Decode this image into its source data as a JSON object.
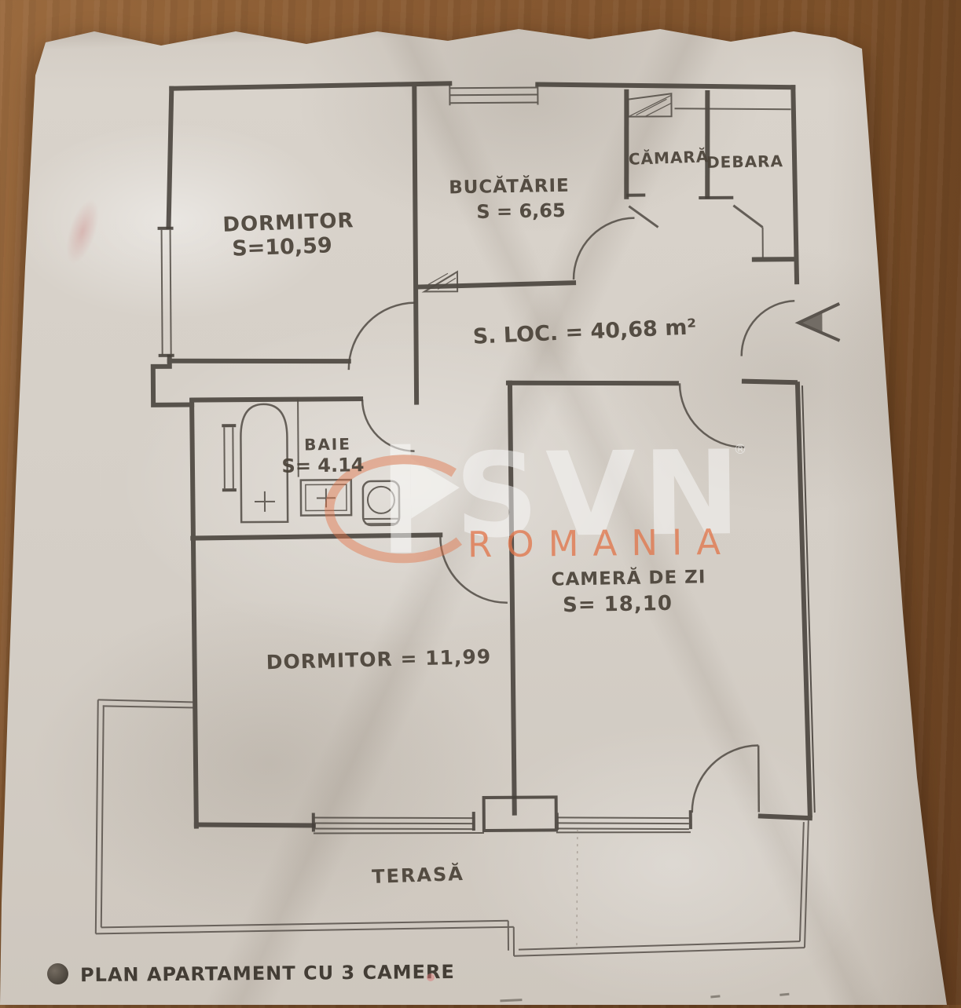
{
  "plan": {
    "dormitor1": {
      "name": "DORMITOR",
      "area": "S=10,59"
    },
    "bucatarie": {
      "name": "BUCĂTĂRIE",
      "area": "S = 6,65"
    },
    "camara": {
      "name": "CĂMARĂ"
    },
    "debara": {
      "name": "DEBARA"
    },
    "suprafata_locuibila": {
      "label": "S. LOC. = 40,68 m²"
    },
    "baie": {
      "name": "BAIE",
      "area": "S= 4.14"
    },
    "camera_de_zi": {
      "name": "CAMERĂ DE ZI",
      "area": "S= 18,10"
    },
    "dormitor2": {
      "label": "DORMITOR = 11,99"
    },
    "terasa": {
      "name": "TERASĂ"
    },
    "caption": "PLAN APARTAMENT CU 3 CAMERE"
  },
  "watermark": {
    "brand": "SVN",
    "registered": "®",
    "region": "ROMANIA"
  },
  "colors": {
    "paper": "#d6d0c8",
    "wood": "#855730",
    "ink": "#46403a",
    "watermark_white": "#fafafa",
    "watermark_orange": "#e07a52"
  }
}
